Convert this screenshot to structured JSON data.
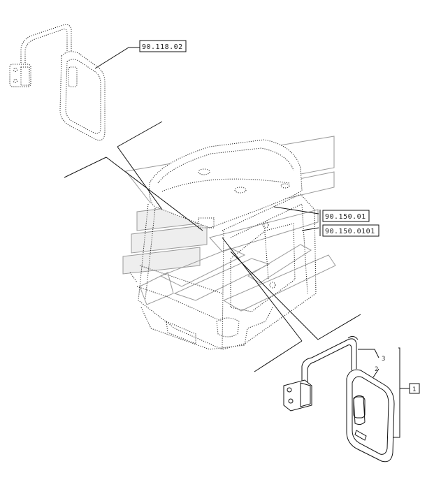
{
  "references": {
    "top_mirror_ref": "90.118.02",
    "cab_ref_1": "90.150.01",
    "cab_ref_2": "90.150.0101"
  },
  "callouts": {
    "item_3": "3",
    "item_2": "2",
    "item_1": "1"
  }
}
